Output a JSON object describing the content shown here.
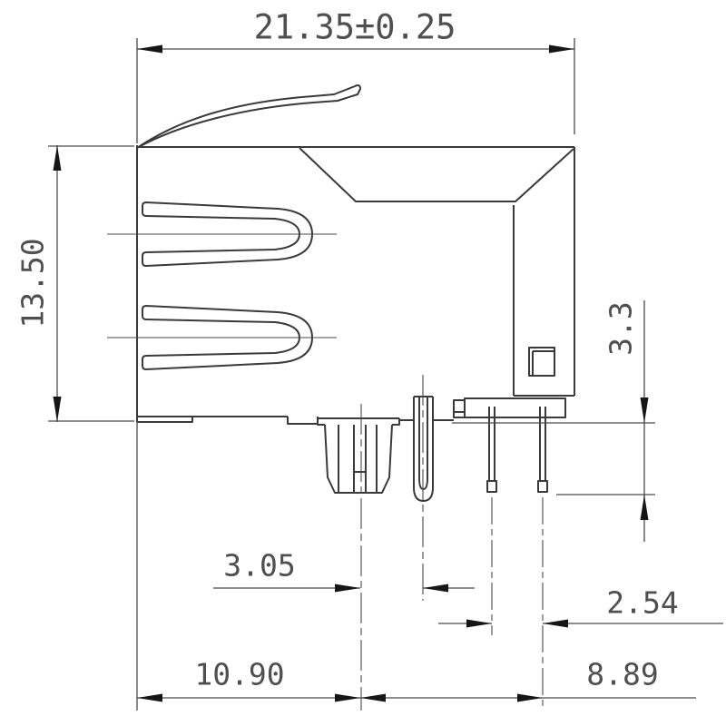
{
  "dims": {
    "overall_width": "21.35±0.25",
    "overall_height": "13.50",
    "pin_standoff": "3.3",
    "post_to_shield_tab": "3.05",
    "pin_pitch": "2.54",
    "front_to_post": "10.90",
    "post_to_pin2": "8.89"
  },
  "colors": {
    "outline": "#3a3a3a",
    "dimension": "#4a4a4a",
    "centerline": "#4a4a4a",
    "arrow": "#161616",
    "text": "#4f4f4f",
    "background": "#ffffff"
  }
}
